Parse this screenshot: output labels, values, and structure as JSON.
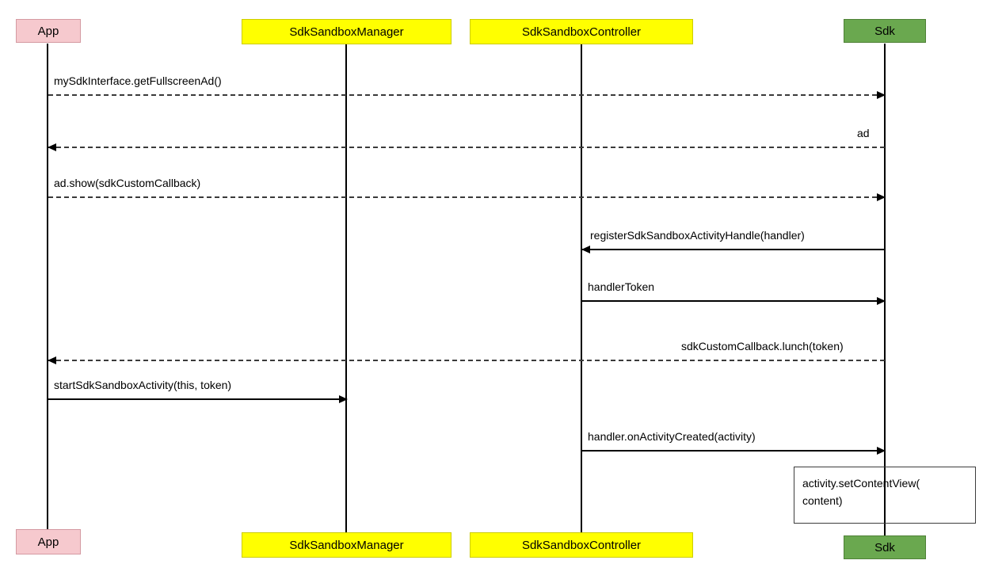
{
  "diagram": {
    "type": "sequence-diagram",
    "colors": {
      "app_fill": "#f6c9ce",
      "manager_fill": "#ffff00",
      "controller_fill": "#ffff00",
      "sdk_fill": "#6aa84f",
      "line_color": "#000000",
      "background": "#ffffff"
    },
    "actors": [
      {
        "name": "App"
      },
      {
        "name": "SdkSandboxManager"
      },
      {
        "name": "SdkSandboxController"
      },
      {
        "name": "Sdk"
      }
    ],
    "messages": [
      {
        "label": "mySdkInterface.getFullscreenAd()",
        "from": "App",
        "to": "Sdk",
        "line": "dashed"
      },
      {
        "label": "ad",
        "from": "Sdk",
        "to": "App",
        "line": "dashed"
      },
      {
        "label": "ad.show(sdkCustomCallback)",
        "from": "App",
        "to": "Sdk",
        "line": "dashed"
      },
      {
        "label": "registerSdkSandboxActivityHandle(handler)",
        "from": "Sdk",
        "to": "SdkSandboxController",
        "line": "solid"
      },
      {
        "label": "handlerToken",
        "from": "SdkSandboxController",
        "to": "Sdk",
        "line": "solid"
      },
      {
        "label": "sdkCustomCallback.lunch(token)",
        "from": "Sdk",
        "to": "App",
        "line": "dashed"
      },
      {
        "label": "startSdkSandboxActivity(this, token)",
        "from": "App",
        "to": "SdkSandboxManager",
        "line": "solid"
      },
      {
        "label": "handler.onActivityCreated(activity)",
        "from": "SdkSandboxController",
        "to": "Sdk",
        "line": "solid"
      }
    ],
    "note": {
      "line1": "activity.setContentView(",
      "line2": "content)"
    }
  }
}
